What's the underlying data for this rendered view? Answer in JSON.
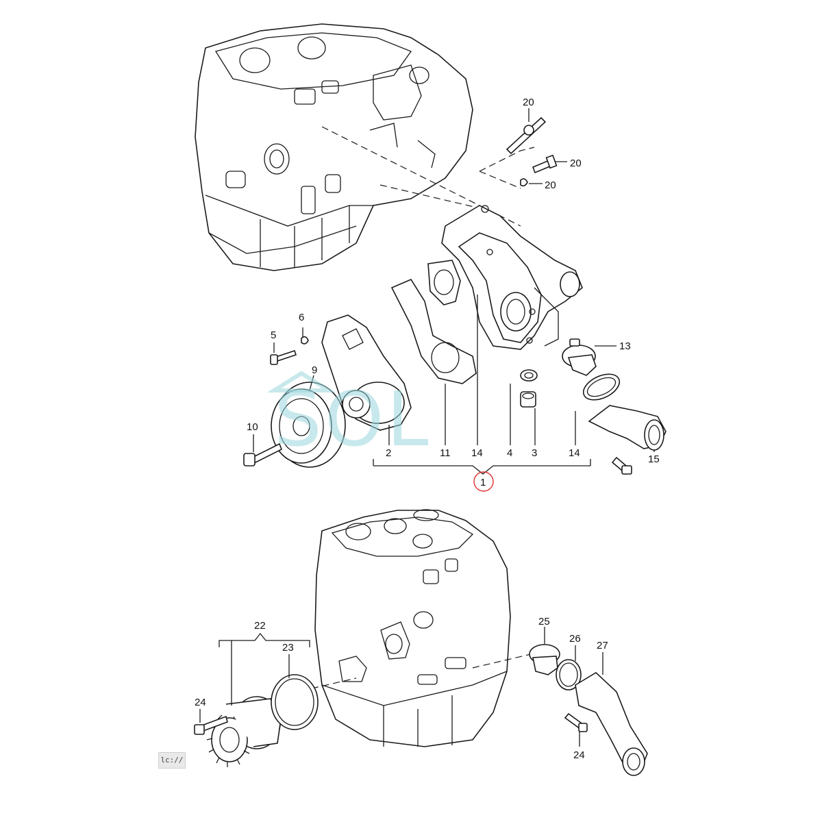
{
  "watermark": {
    "text": "SOL",
    "color": "#9ad7dd"
  },
  "callouts_top": [
    "20",
    "20",
    "20",
    "5",
    "6",
    "9",
    "10",
    "13",
    "2",
    "11",
    "14",
    "4",
    "3",
    "14",
    "15",
    "1"
  ],
  "callouts_bottom": [
    "22",
    "23",
    "24",
    "25",
    "26",
    "27",
    "24"
  ],
  "highlight_color": "#e03030",
  "badge": {
    "text": "lc://"
  }
}
